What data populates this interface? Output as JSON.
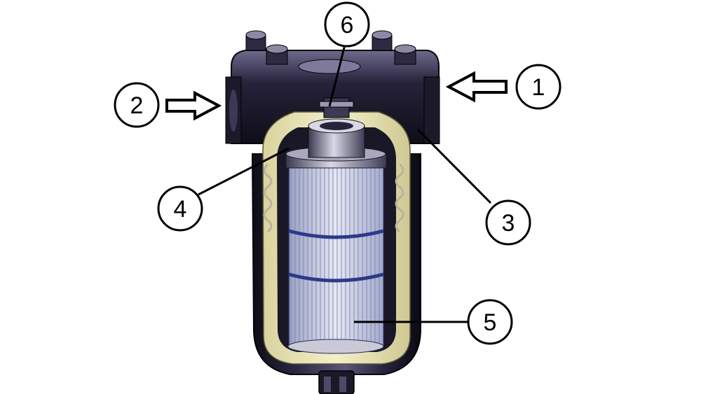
{
  "callouts": [
    {
      "id": "1",
      "label": "1"
    },
    {
      "id": "2",
      "label": "2"
    },
    {
      "id": "3",
      "label": "3"
    },
    {
      "id": "4",
      "label": "4"
    },
    {
      "id": "5",
      "label": "5"
    },
    {
      "id": "6",
      "label": "6"
    }
  ],
  "colors": {
    "housing_dark": "#15121f",
    "housing_mid": "#2c2840",
    "housing_highlight": "#8a86a6",
    "liner": "#e8e3b2",
    "element_stripe": "#b9bfdc",
    "element_band": "#2b3a8a",
    "outline": "#000000"
  }
}
